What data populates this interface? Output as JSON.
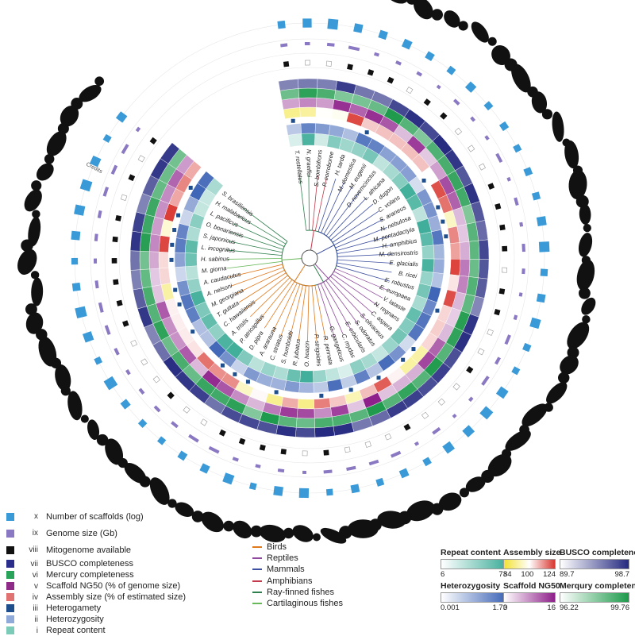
{
  "species": [
    {
      "name": "T. rostellatus",
      "taxon": "fish"
    },
    {
      "name": "N. graeffei",
      "taxon": "fish"
    },
    {
      "name": "S. bombifrons",
      "taxon": "amphibian"
    },
    {
      "name": "P. corroboree",
      "taxon": "amphibian"
    },
    {
      "name": "H. tarda",
      "taxon": "mammal"
    },
    {
      "name": "M. domestica",
      "taxon": "mammal"
    },
    {
      "name": "M. eugenii",
      "taxon": "mammal"
    },
    {
      "name": "D. novemcinctus",
      "taxon": "mammal"
    },
    {
      "name": "L. africana",
      "taxon": "mammal"
    },
    {
      "name": "D. dugon",
      "taxon": "mammal"
    },
    {
      "name": "C. volans",
      "taxon": "mammal"
    },
    {
      "name": "S. araneus",
      "taxon": "mammal"
    },
    {
      "name": "N. nebulosa",
      "taxon": "mammal"
    },
    {
      "name": "M. pentadactyla",
      "taxon": "mammal"
    },
    {
      "name": "H. amphibius",
      "taxon": "mammal"
    },
    {
      "name": "M. densirostris",
      "taxon": "mammal"
    },
    {
      "name": "E. glacialis",
      "taxon": "mammal"
    },
    {
      "name": "B. ricei",
      "taxon": "mammal"
    },
    {
      "name": "E. robustus",
      "taxon": "mammal"
    },
    {
      "name": "E. europaea",
      "taxon": "reptile"
    },
    {
      "name": "V. lataste",
      "taxon": "reptile"
    },
    {
      "name": "N. regnans",
      "taxon": "reptile"
    },
    {
      "name": "C. aspera",
      "taxon": "reptile"
    },
    {
      "name": "S. olivaceus",
      "taxon": "reptile"
    },
    {
      "name": "S. odoratus",
      "taxon": "reptile"
    },
    {
      "name": "E. orbicularis",
      "taxon": "reptile"
    },
    {
      "name": "C. mydas",
      "taxon": "reptile"
    },
    {
      "name": "G. gangeticus",
      "taxon": "reptile"
    },
    {
      "name": "R. pennata",
      "taxon": "bird"
    },
    {
      "name": "P. strigoides",
      "taxon": "bird"
    },
    {
      "name": "O. hoazin",
      "taxon": "bird"
    },
    {
      "name": "R. jubatus",
      "taxon": "bird"
    },
    {
      "name": "S. humboldti",
      "taxon": "bird"
    },
    {
      "name": "C. striatus",
      "taxon": "bird"
    },
    {
      "name": "A. ararauna",
      "taxon": "bird"
    },
    {
      "name": "D. pipra",
      "taxon": "bird"
    },
    {
      "name": "P. atricapillus",
      "taxon": "bird"
    },
    {
      "name": "A. tristis",
      "taxon": "bird"
    },
    {
      "name": "C. hawaiiensis",
      "taxon": "bird"
    },
    {
      "name": "T. guttata",
      "taxon": "bird"
    },
    {
      "name": "M. georgiana",
      "taxon": "bird"
    },
    {
      "name": "A. nelsoni",
      "taxon": "bird"
    },
    {
      "name": "A. caudacutus",
      "taxon": "bird"
    },
    {
      "name": "M. giorna",
      "taxon": "cartilaginous"
    },
    {
      "name": "H. sabinus",
      "taxon": "cartilaginous"
    },
    {
      "name": "L. incognitus",
      "taxon": "fish"
    },
    {
      "name": "S. japonicus",
      "taxon": "fish"
    },
    {
      "name": "O. bonariensis",
      "taxon": "fish"
    },
    {
      "name": "L. pacificus",
      "taxon": "fish"
    },
    {
      "name": "H. malabaricus",
      "taxon": "fish"
    },
    {
      "name": "S. brasiliensis",
      "taxon": "fish"
    }
  ],
  "taxon_colors": {
    "bird": "#e07a1f",
    "reptile": "#8e4a9c",
    "mammal": "#3d4fa0",
    "amphibian": "#c23a4b",
    "fish": "#2e7f4d",
    "cartilaginous": "#68b85a"
  },
  "ring_legend": [
    {
      "roman": "x",
      "label": "Number of scaffolds (log)",
      "color": "#3a9ad8"
    },
    {
      "roman": "ix",
      "label": "Genome size (Gb)",
      "color": "#8a78c2"
    },
    {
      "roman": "viii",
      "label": "Mitogenome available",
      "color": "#111111"
    },
    {
      "roman": "vii",
      "label": "BUSCO completeness",
      "color": "#2b2d8a"
    },
    {
      "roman": "vi",
      "label": "Mercury completeness",
      "color": "#2aa35a"
    },
    {
      "roman": "v",
      "label": "Scaffold NG50 (% of genome size)",
      "color": "#8e2b86"
    },
    {
      "roman": "iv",
      "label": "Assembly size (% of estimated size)",
      "color": "#e07272"
    },
    {
      "roman": "iii",
      "label": "Heterogamety",
      "color": "#1f4e8c"
    },
    {
      "roman": "ii",
      "label": "Heterozygosity",
      "color": "#8fa9d9"
    },
    {
      "roman": "i",
      "label": "Repeat content",
      "color": "#7ccbb8"
    }
  ],
  "taxa_legend": [
    {
      "label": "Birds",
      "color": "#e07a1f"
    },
    {
      "label": "Reptiles",
      "color": "#8e4a9c"
    },
    {
      "label": "Mammals",
      "color": "#3d4fa0"
    },
    {
      "label": "Amphibians",
      "color": "#c23a4b"
    },
    {
      "label": "Ray-finned fishes",
      "color": "#2e7f4d"
    },
    {
      "label": "Cartilaginous fishes",
      "color": "#68b85a"
    }
  ],
  "scales": {
    "repeat": {
      "title": "Repeat content",
      "min": "6",
      "max": "73",
      "from": "#ffffff",
      "to": "#3fae9a"
    },
    "assembly": {
      "title": "Assembly size",
      "min": "84",
      "mid": "100",
      "max": "124",
      "from": "#f2e233",
      "via": "#ffffff",
      "to": "#d9362f"
    },
    "busco": {
      "title": "BUSCO completeness",
      "min": "89.7",
      "max": "98.7",
      "from": "#ffffff",
      "to": "#252a80"
    },
    "heterozygosity": {
      "title": "Heterozygosity",
      "min": "0.001",
      "max": "1.73",
      "from": "#ffffff",
      "to": "#3d64b6"
    },
    "ng50": {
      "title": "Scaffold NG50",
      "min": "0",
      "max": "16",
      "from": "#ffffff",
      "to": "#8e1f8a"
    },
    "mercury": {
      "title": "Merqury completeness",
      "min": "96.22",
      "max": "99.76",
      "from": "#ffffff",
      "to": "#1d9a4b"
    }
  },
  "credit_text": "Credits"
}
